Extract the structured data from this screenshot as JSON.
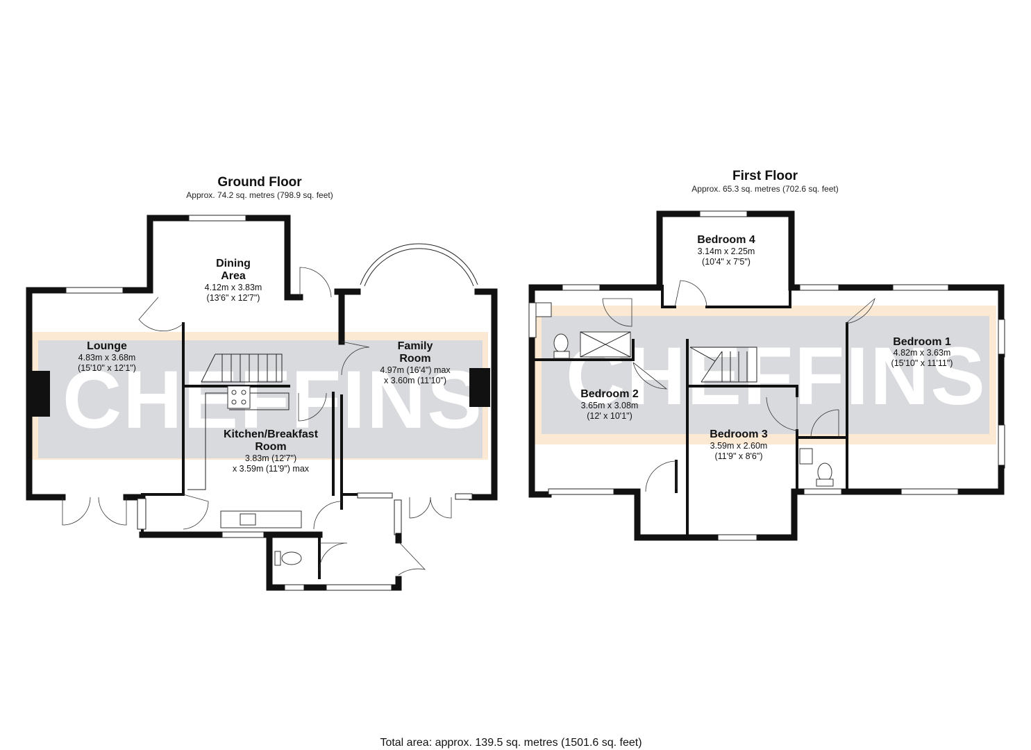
{
  "floors": [
    {
      "title": "Ground Floor",
      "area": "Approx. 74.2 sq. metres (798.9 sq. feet)",
      "rooms": [
        {
          "name": "Lounge",
          "dims": [
            "4.83m x 3.68m",
            "(15'10\" x 12'1\")"
          ]
        },
        {
          "name": "Dining",
          "name2": "Area",
          "dims": [
            "4.12m x 3.83m",
            "(13'6\" x 12'7\")"
          ]
        },
        {
          "name": "Family",
          "name2": "Room",
          "dims": [
            "4.97m (16'4\") max",
            "x 3.60m (11'10\")"
          ]
        },
        {
          "name": "Kitchen/Breakfast",
          "name2": "Room",
          "dims": [
            "3.83m (12'7\")",
            "x 3.59m (11'9\") max"
          ]
        }
      ]
    },
    {
      "title": "First Floor",
      "area": "Approx. 65.3 sq. metres (702.6 sq. feet)",
      "rooms": [
        {
          "name": "Bedroom 4",
          "dims": [
            "3.14m x 2.25m",
            "(10'4\" x 7'5\")"
          ]
        },
        {
          "name": "Bedroom 1",
          "dims": [
            "4.82m x 3.63m",
            "(15'10\" x 11'11\")"
          ]
        },
        {
          "name": "Bedroom 2",
          "dims": [
            "3.65m x 3.08m",
            "(12' x 10'1\")"
          ]
        },
        {
          "name": "Bedroom 3",
          "dims": [
            "3.59m x 2.60m",
            "(11'9\" x 8'6\")"
          ]
        }
      ]
    }
  ],
  "watermark": "CHEFFINS",
  "total_area": "Total area: approx. 139.5 sq. metres (1501.6 sq. feet)",
  "colors": {
    "wall": "#111111",
    "band": "#d9dadd",
    "band_border": "#fbe9d3"
  }
}
